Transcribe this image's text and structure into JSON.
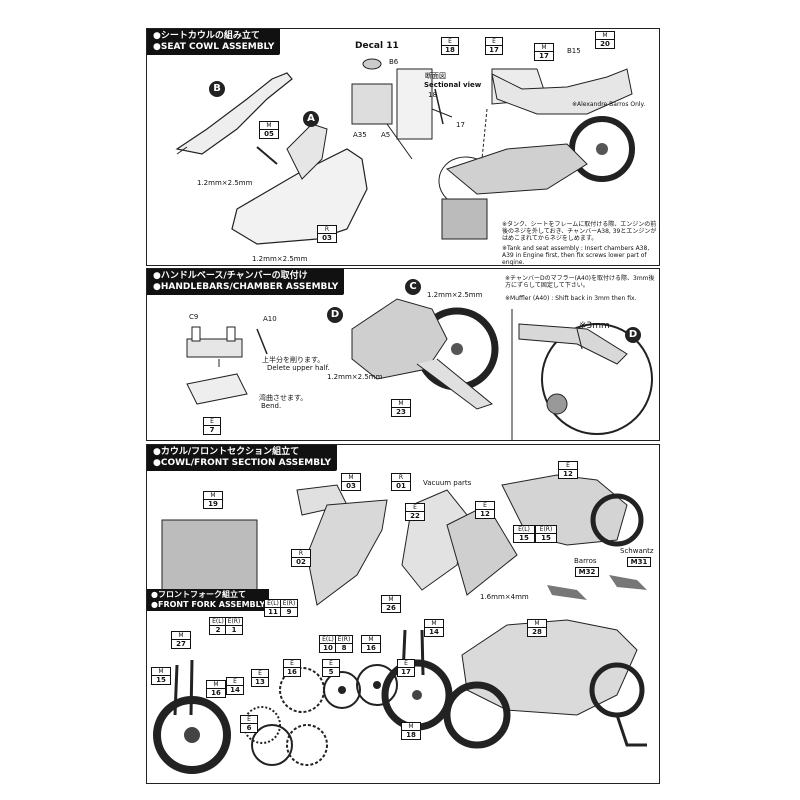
{
  "seat": {
    "title_jp": "●シートカウルの組み立て",
    "title_en": "●SEAT COWL ASSEMBLY",
    "decal": "Decal 11",
    "sectional_jp": "断面図",
    "sectional_en": "Sectional view",
    "labels": [
      "B6",
      "A35",
      "A5",
      "18",
      "17",
      "B15",
      "1.2mm×2.5mm",
      "1.2mm×2.5mm"
    ],
    "circles": [
      "B",
      "A"
    ],
    "alex": "※Alexandre Barros Only.",
    "tags": [
      {
        "t": "M",
        "n": "05"
      },
      {
        "t": "R",
        "n": "03"
      },
      {
        "t": "E",
        "n": "18"
      },
      {
        "t": "E",
        "n": "17"
      },
      {
        "t": "M",
        "n": "17"
      },
      {
        "t": "M",
        "n": "20"
      }
    ],
    "note_jp": "※タンク、シートをフレームに取付ける際、エンジンの前後のネジを外しておき、チャンバーA38, 39とエンジンがはめこまれてからネジをしめます。",
    "note_en": "※Tank and seat assembly : Insert chambers A38, A39 in Engine first, then fix screws lower part of engine."
  },
  "handle": {
    "title_jp": "●ハンドルベース/チャンバーの取付け",
    "title_en": "●HANDLEBARS/CHAMBER ASSEMBLY",
    "labels": [
      "C9",
      "A10",
      "1.2mm×2.5mm",
      "1.2mm×2.5mm",
      "※3mm"
    ],
    "delete_jp": "上半分を削ります。",
    "delete_en": "Delete upper half.",
    "bend_jp": "湾曲させます。",
    "bend_en": "Bend.",
    "circles": [
      "C",
      "D",
      "D"
    ],
    "tags": [
      {
        "t": "E",
        "n": "7"
      },
      {
        "t": "M",
        "n": "23"
      }
    ],
    "note_jp": "※チャンバーDのマフラー(A40)を取付ける際、3mm後方にずらして固定して下さい。",
    "note_en": "※Muffler (A40) : Shift back in 3mm then fix."
  },
  "cowl": {
    "title_jp": "●カウル/フロントセクション組立て",
    "title_en": "●COWL/FRONT SECTION ASSEMBLY",
    "vacuum": "Vacuum parts",
    "screw": "1.6mm×4mm",
    "barros": "Barros",
    "schwantz": "Schwantz",
    "tags": [
      {
        "t": "M",
        "n": "19"
      },
      {
        "t": "M",
        "n": "03"
      },
      {
        "t": "R",
        "n": "01"
      },
      {
        "t": "R",
        "n": "02"
      },
      {
        "t": "E",
        "n": "22"
      },
      {
        "t": "E",
        "n": "12"
      },
      {
        "t": "E",
        "n": "12"
      },
      {
        "t": "E(L)",
        "n": "15"
      },
      {
        "t": "E(R)",
        "n": "15"
      },
      {
        "t": "",
        "n": "M32"
      },
      {
        "t": "",
        "n": "M31"
      }
    ]
  },
  "fork": {
    "title_jp": "●フロントフォーク組立て",
    "title_en": "●FRONT FORK ASSEMBLY",
    "tags": [
      {
        "t": "E(L)",
        "n": "11"
      },
      {
        "t": "E(R)",
        "n": "9"
      },
      {
        "t": "E(L)",
        "n": "2"
      },
      {
        "t": "E(R)",
        "n": "1"
      },
      {
        "t": "E(L)",
        "n": "10"
      },
      {
        "t": "E(R)",
        "n": "8"
      },
      {
        "t": "M",
        "n": "26"
      },
      {
        "t": "M",
        "n": "14"
      },
      {
        "t": "M",
        "n": "16"
      },
      {
        "t": "M",
        "n": "27"
      },
      {
        "t": "M",
        "n": "15"
      },
      {
        "t": "M",
        "n": "16"
      },
      {
        "t": "E",
        "n": "14"
      },
      {
        "t": "E",
        "n": "13"
      },
      {
        "t": "E",
        "n": "16"
      },
      {
        "t": "E",
        "n": "5"
      },
      {
        "t": "E",
        "n": "17"
      },
      {
        "t": "E",
        "n": "6"
      },
      {
        "t": "M",
        "n": "18"
      },
      {
        "t": "M",
        "n": "28"
      }
    ]
  }
}
